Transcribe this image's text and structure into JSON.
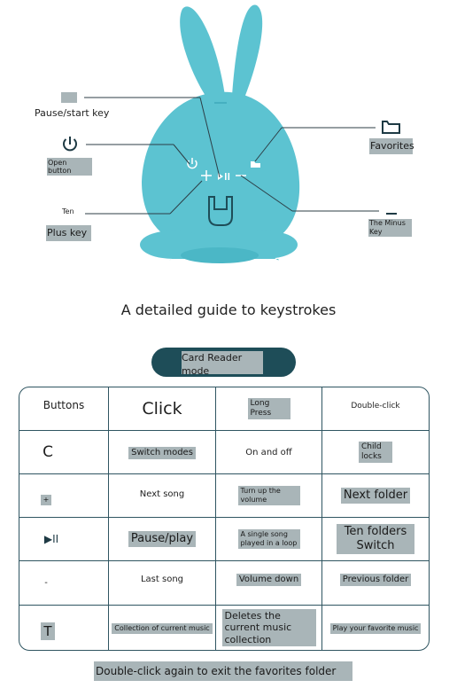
{
  "diagram": {
    "labels": {
      "pause_start": "Pause/start key",
      "open_button": "Open button",
      "ten": "Ten",
      "plus_key": "Plus key",
      "favorites": "Favorites",
      "minus_key": "The Minus Key"
    },
    "icons": {
      "play_pause": "play-pause-icon",
      "power": "power-icon",
      "folder": "folder-icon",
      "minus": "minus-icon"
    },
    "colors": {
      "rabbit": "#5cc3d1",
      "rabbit_shadow": "#3fa9ba",
      "dark": "#1e4d58"
    }
  },
  "guide_title": "A detailed guide to keystrokes",
  "mode_button": "Card Reader mode",
  "table": {
    "header": [
      "Buttons",
      "Click",
      "Long Press",
      "Double-click"
    ],
    "rows": [
      {
        "button": "C",
        "click": "Switch modes",
        "long": "On and off",
        "double": "Child locks"
      },
      {
        "button": "+",
        "click": "Next song",
        "long": "Turn up the volume",
        "double": "Next folder"
      },
      {
        "button": "▶II",
        "click": "Pause/play",
        "long": "A single song played in a loop",
        "double": "Ten folders Switch"
      },
      {
        "button": "-",
        "click": "Last song",
        "long": "Volume down",
        "double": "Previous folder"
      },
      {
        "button": "T",
        "click": "Collection of current music",
        "long": "Deletes the current music collection",
        "double": "Play your favorite music"
      }
    ]
  },
  "footer_note": "Double-click again to exit the favorites folder"
}
